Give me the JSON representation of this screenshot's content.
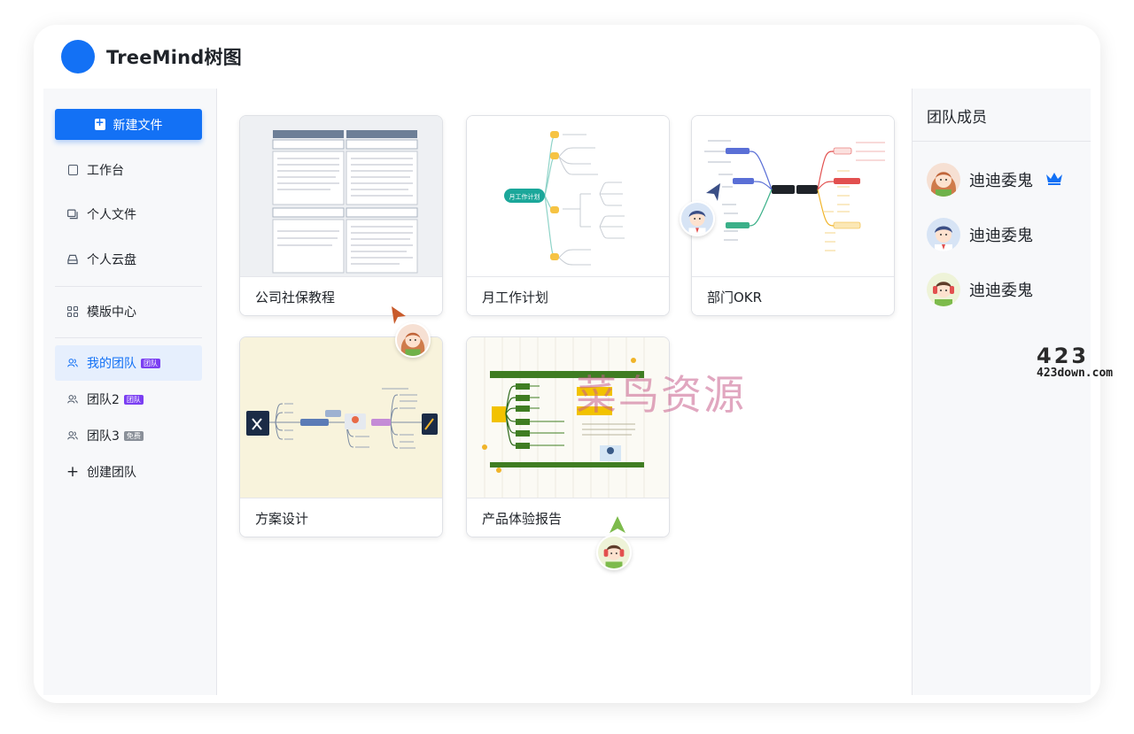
{
  "app": {
    "title": "TreeMind树图"
  },
  "sidebar": {
    "new_file_label": "新建文件",
    "items": [
      {
        "label": "工作台",
        "icon": "doc-icon"
      },
      {
        "label": "个人文件",
        "icon": "folder-icon"
      },
      {
        "label": "个人云盘",
        "icon": "cloud-drive-icon"
      },
      {
        "label": "模版中心",
        "icon": "grid-icon"
      },
      {
        "label": "我的团队",
        "icon": "team-icon",
        "tag": "团队",
        "active": true
      },
      {
        "label": "团队2",
        "icon": "team-icon",
        "tag": "团队"
      },
      {
        "label": "团队3",
        "icon": "team-icon",
        "tag": "免费"
      },
      {
        "label": "创建团队",
        "icon": "plus-icon"
      }
    ]
  },
  "files": [
    {
      "name": "公司社保教程"
    },
    {
      "name": "月工作计划",
      "thumb_center": "月工作计划"
    },
    {
      "name": "部门OKR"
    },
    {
      "name": "方案设计"
    },
    {
      "name": "产品体验报告"
    }
  ],
  "members": {
    "title": "团队成员",
    "list": [
      {
        "name": "迪迪委鬼",
        "avatar": "avatar-girl",
        "owner": true
      },
      {
        "name": "迪迪委鬼",
        "avatar": "avatar-boy"
      },
      {
        "name": "迪迪委鬼",
        "avatar": "avatar-headphones"
      }
    ]
  },
  "watermarks": {
    "cn": "菜鸟资源",
    "en_big": "423",
    "en_small": "423down.com"
  },
  "colors": {
    "accent": "#1371f5",
    "team_tag": "#7b3ff2",
    "free_tag": "#8a9099"
  }
}
